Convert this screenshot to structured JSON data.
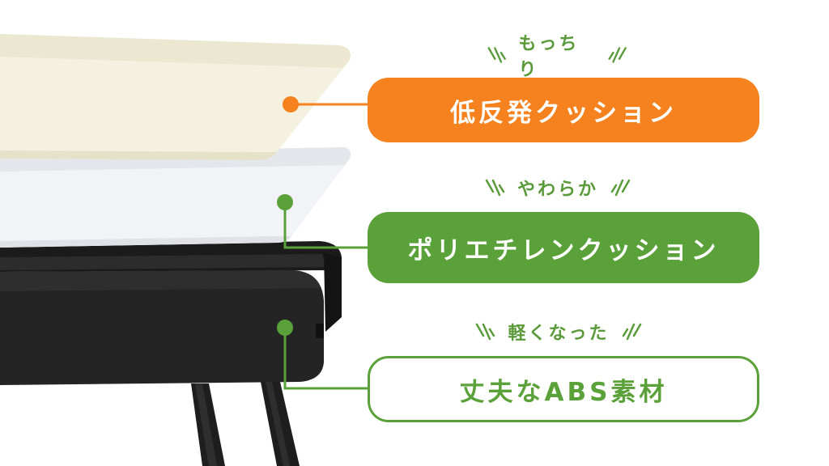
{
  "layers": [
    {
      "tagline": "もっちり",
      "label": "低反発クッション",
      "style": "filled-orange",
      "color": "#f5821f"
    },
    {
      "tagline": "やわらか",
      "label": "ポリエチレンクッション",
      "style": "filled-green",
      "color": "#5aa13a"
    },
    {
      "tagline": "軽くなった",
      "label": "丈夫なABS素材",
      "style": "outline-green",
      "color": "#5aa13a"
    }
  ],
  "colors": {
    "memory_foam": "#f4f1e0",
    "polyethylene": "#f1f2f5",
    "abs_base": "#252525",
    "tagline_text": "#5a9a3a"
  }
}
